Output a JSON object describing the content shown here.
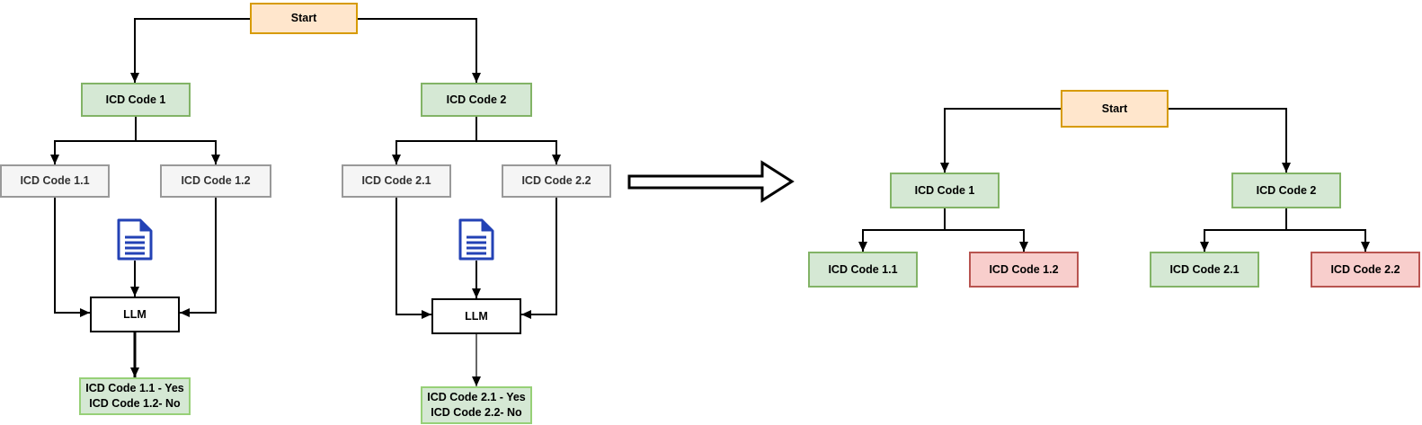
{
  "left_flow": {
    "start": "Start",
    "code1": "ICD Code 1",
    "code2": "ICD Code 2",
    "code11": "ICD Code 1.1",
    "code12": "ICD Code 1.2",
    "code21": "ICD Code 2.1",
    "code22": "ICD Code 2.2",
    "llm1": "LLM",
    "llm2": "LLM",
    "result1_line1": "ICD Code 1.1 - Yes",
    "result1_line2": "ICD Code 1.2- No",
    "result2_line1": "ICD Code 2.1 - Yes",
    "result2_line2": "ICD Code 2.2- No"
  },
  "right_flow": {
    "start": "Start",
    "code1": "ICD Code 1",
    "code2": "ICD Code 2",
    "code11": "ICD Code 1.1",
    "code12": "ICD Code 1.2",
    "code21": "ICD Code 2.1",
    "code22": "ICD Code 2.2"
  },
  "icons": {
    "document": "document-icon",
    "transform": "right-arrow-icon"
  },
  "colors": {
    "start_fill": "#FFE6CC",
    "start_border": "#D79B00",
    "green_fill": "#D5E8D4",
    "green_border": "#82B366",
    "gray_fill": "#F5F5F5",
    "gray_border": "#999999",
    "red_fill": "#F8CECC",
    "red_border": "#B85450",
    "result_border": "#97D077",
    "document_blue": "#2342B5",
    "line": "#000000"
  }
}
